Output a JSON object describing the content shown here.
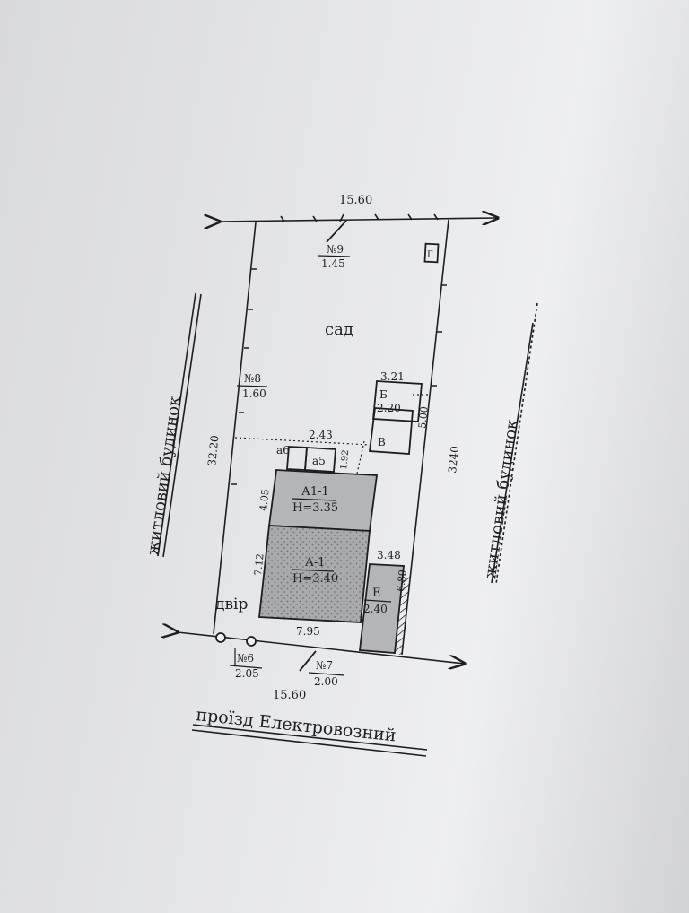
{
  "plot": {
    "width_top": "15.60",
    "width_bottom": "15.60",
    "length_left": "32.20",
    "length_right": "3240"
  },
  "labels": {
    "garden": "сад",
    "yard": "двір",
    "street": "проїзд Електровозний",
    "neighbor_left": "житловий будинок",
    "neighbor_right": "житловий будинок"
  },
  "fences": {
    "n9": {
      "label": "№9",
      "length": "1.45"
    },
    "n8": {
      "label": "№8",
      "length": "1.60"
    },
    "n6": {
      "label": "№6",
      "length": "2.05"
    },
    "n7": {
      "label": "№7",
      "length": "2.00"
    }
  },
  "buildings": {
    "a1_1": {
      "name": "А1-1",
      "height": "Н=3.35",
      "depth": "4.05"
    },
    "a1": {
      "name": "А-1",
      "height": "Н=3.40",
      "depth": "7.12",
      "width": "7.95"
    },
    "a5": {
      "name": "а5"
    },
    "a6": {
      "name": "а6",
      "dim": "1.92"
    },
    "e": {
      "name": "Е",
      "value": "2.40",
      "width": "3.48",
      "depth": "6.89"
    },
    "b": {
      "name": "Б",
      "value": "2.20"
    },
    "v": {
      "name": "В"
    },
    "g": {
      "name": "Г"
    }
  },
  "dims": {
    "ext_width": "2.43",
    "outbuilding_width": "3.21",
    "outbuilding_depth": "5.00"
  },
  "colors": {
    "ink": "#1e1e22",
    "hatch_fill": "#a9aaae",
    "building_fill": "#b4b5b9"
  }
}
